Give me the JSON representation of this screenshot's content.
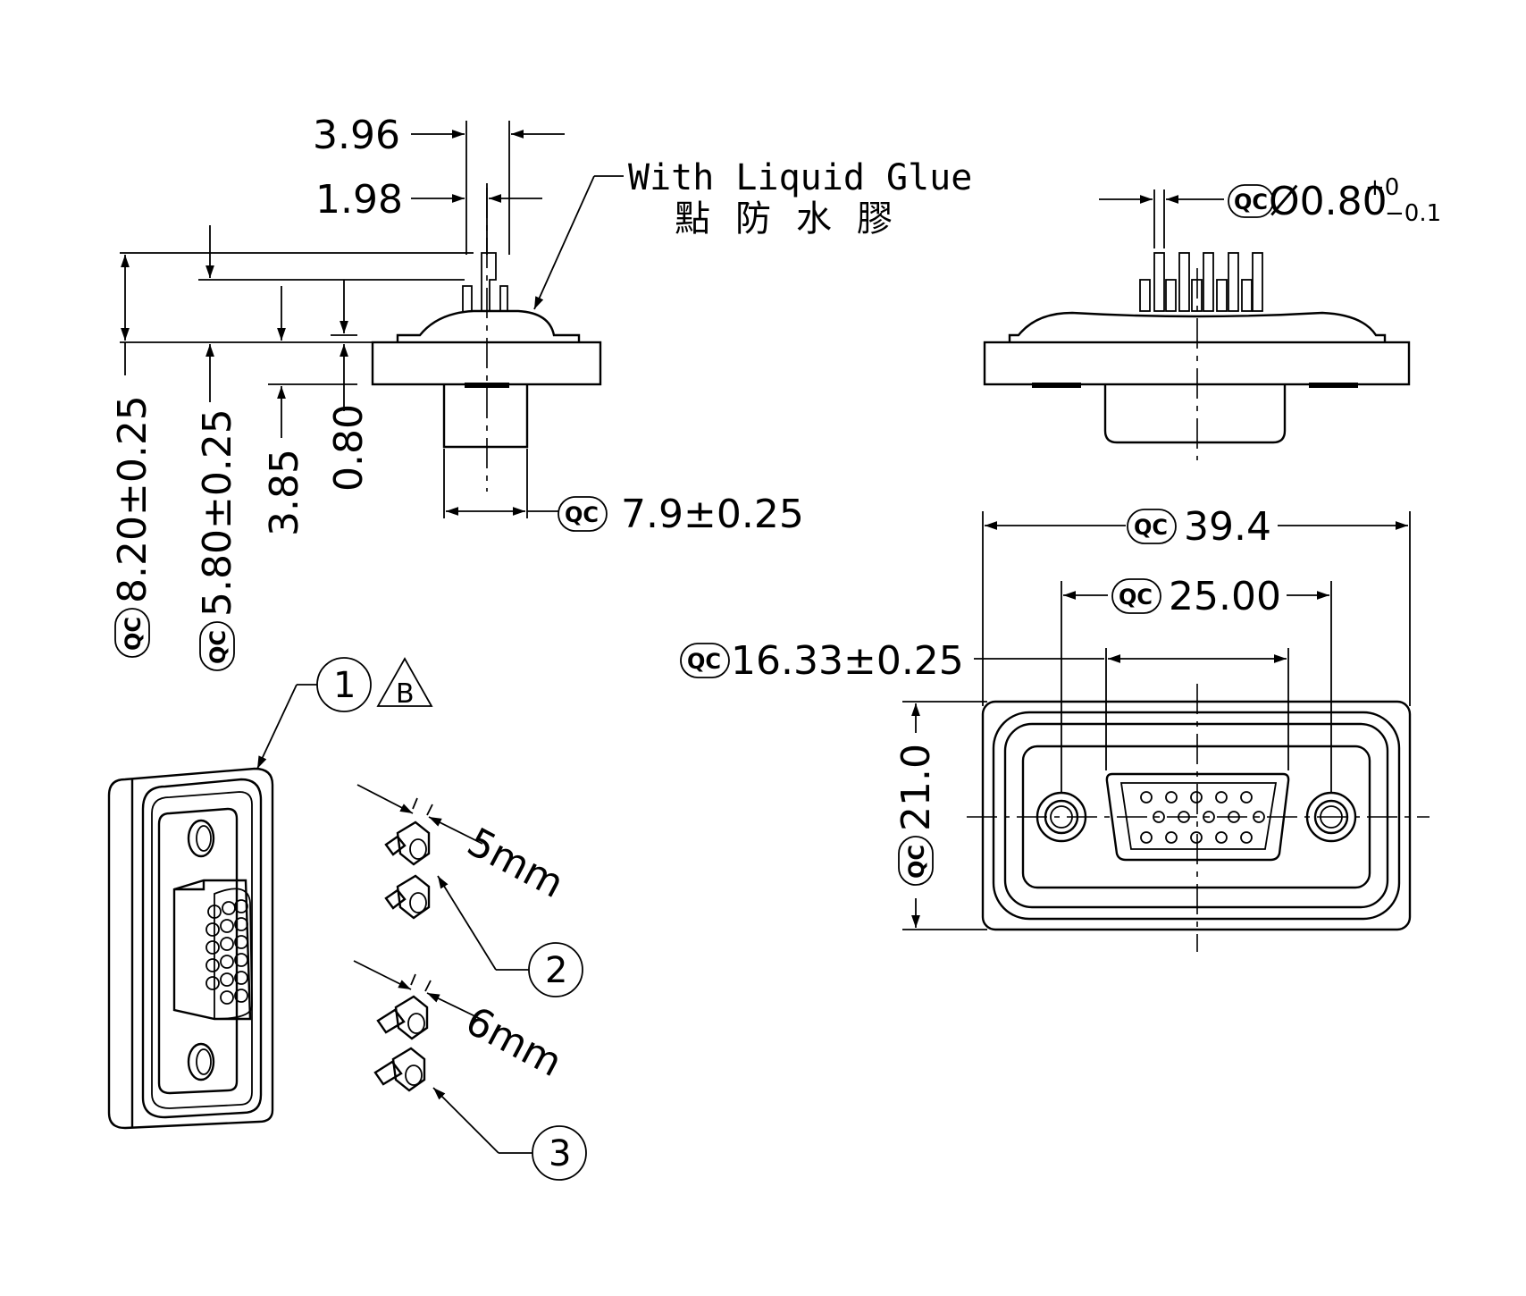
{
  "note": {
    "line1": "With Liquid Glue",
    "line2": "點防水膠"
  },
  "qc_mark": "QC",
  "dims": {
    "top_pitch": "3.96",
    "half_pitch": "1.98",
    "height_total": "8.20±0.25",
    "height_body": "5.80±0.25",
    "flange_gap": "3.85",
    "flange_thk": "0.80",
    "shell_width": "7.9±0.25",
    "pin_dia": "Ø0.80",
    "pin_tol_plus": "+0",
    "pin_tol_minus": "−0.1",
    "overall_width": "39.4",
    "hole_pitch": "25.00",
    "shell_face": "16.33±0.25",
    "overall_height": "21.0",
    "screw_short": "5mm",
    "screw_long": "6mm"
  },
  "balloons": {
    "b1": "1",
    "b2": "2",
    "b3": "3",
    "rev": "B"
  },
  "colors": {
    "ink": "#000000",
    "paper": "#ffffff"
  }
}
